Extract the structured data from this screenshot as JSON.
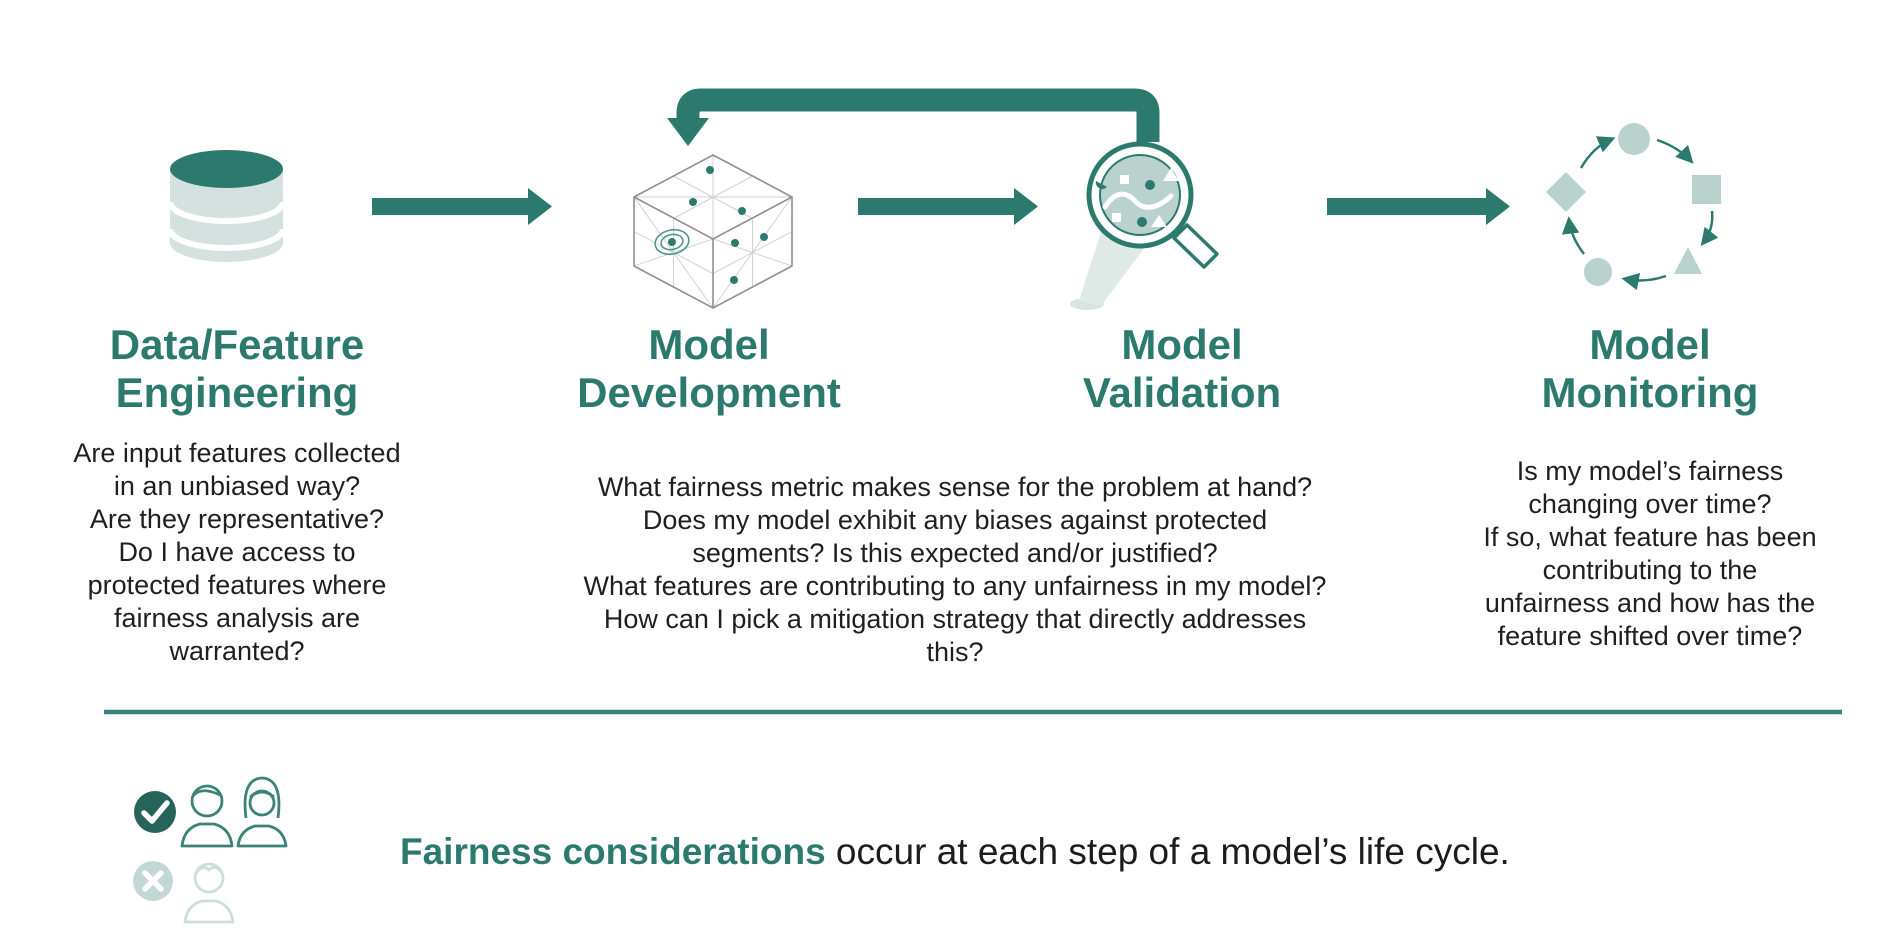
{
  "colors": {
    "teal": "#2c7a6e",
    "teal_dark": "#266459",
    "teal_light": "#b9d2ce",
    "teal_pale": "#d5e1de",
    "divider": "#37837b",
    "ink": "#1f1f1f"
  },
  "stages": [
    {
      "icon": "database-icon",
      "title": "Data/Feature\nEngineering",
      "body": "Are input features collected\nin an unbiased way?\nAre they representative?\nDo I have access to\nprotected features where\nfairness analysis are\nwarranted?"
    },
    {
      "icon": "model-cube-icon",
      "title": "Model\nDevelopment",
      "body": ""
    },
    {
      "icon": "magnifier-icon",
      "title": "Model\nValidation",
      "body": ""
    },
    {
      "icon": "monitoring-cycle-icon",
      "title": "Model\nMonitoring",
      "body": "Is my model’s fairness\nchanging over time?\nIf so, what feature has been\ncontributing to the\nunfairness and how has the\nfeature shifted over time?"
    }
  ],
  "middle_body": "What fairness metric makes sense for the problem at hand?\nDoes my model exhibit any biases against protected\nsegments? Is this expected and/or justified?\nWhat features are contributing to any unfairness in my model?\nHow can I pick a mitigation strategy that directly addresses\nthis?",
  "footer": {
    "highlight": "Fairness considerations",
    "rest": " occur at each step of a model’s life cycle."
  }
}
